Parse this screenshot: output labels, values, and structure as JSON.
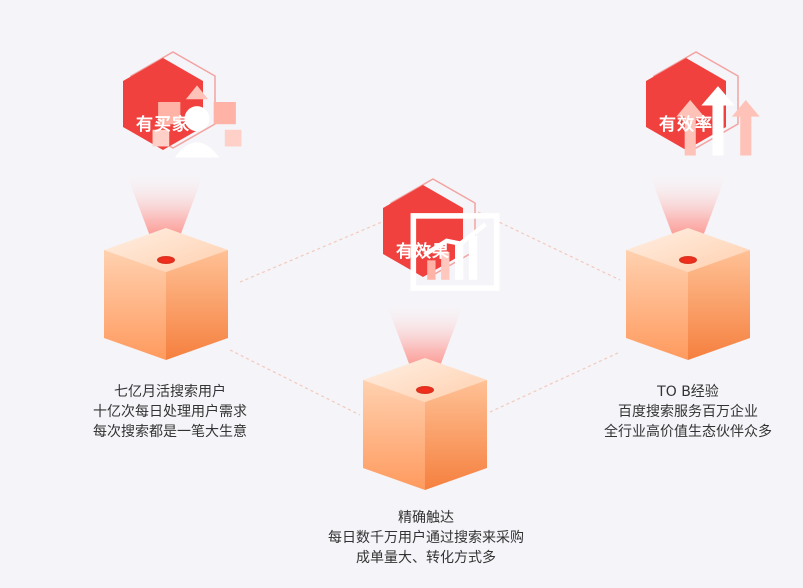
{
  "colors": {
    "badge_red": "#f0413e",
    "badge_outline": "#f2a3a0",
    "cube_light": "#ffe2cd",
    "cube_mid": "#ffb98a",
    "cube_dark": "#f7834a",
    "connector": "#f3c9bc"
  },
  "nodes": [
    {
      "badge": "有买家",
      "icon": "users-icon",
      "lines": [
        "七亿月活搜索用户",
        "十亿次每日处理用户需求",
        "每次搜索都是一笔大生意"
      ]
    },
    {
      "badge": "有效果",
      "icon": "bar-chart-icon",
      "lines": [
        "精确触达",
        "每日数千万用户通过搜索来采购",
        "成单量大、转化方式多"
      ]
    },
    {
      "badge": "有效率",
      "icon": "arrows-up-icon",
      "lines": [
        "TO B经验",
        "百度搜索服务百万企业",
        "全行业高价值生态伙伴众多"
      ]
    }
  ]
}
